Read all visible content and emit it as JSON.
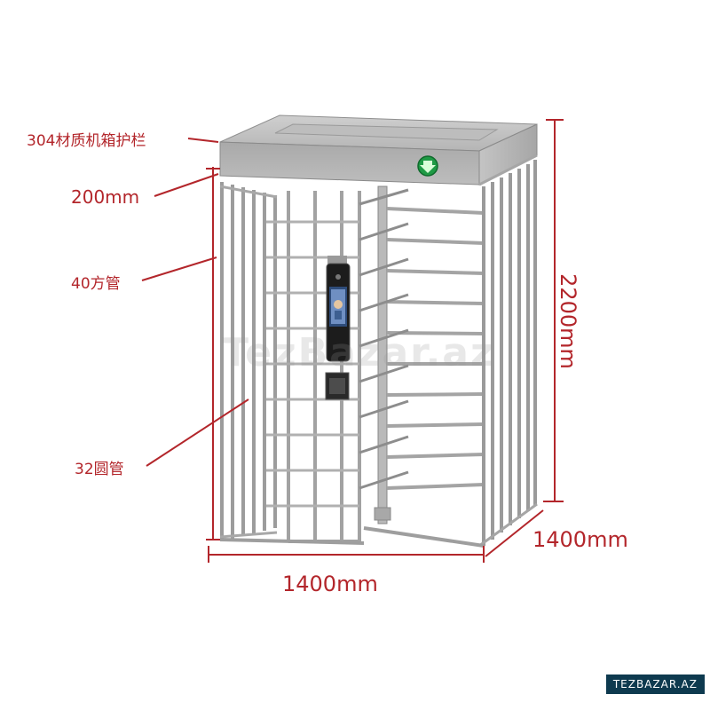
{
  "annotations": {
    "top_guard": "304材质机箱护栏",
    "header_height": "200mm",
    "square_tube": "40方管",
    "round_tube": "32圆管",
    "width": "1400mm",
    "depth": "1400mm",
    "height": "2200mm"
  },
  "watermark_text": "TezBazar.az",
  "brand_badge": "TEZBAZAR.AZ",
  "colors": {
    "annotation": "#b3262b",
    "metal_light": "#c8c8c8",
    "metal_dark": "#8c8c8c",
    "badge_bg": "#0e3a4f",
    "indicator": "#22a84a"
  },
  "icons": {
    "direction_indicator": "green-arrow-down-icon",
    "face_scanner": "face-recognition-terminal-icon",
    "card_reader": "card-reader-icon"
  }
}
